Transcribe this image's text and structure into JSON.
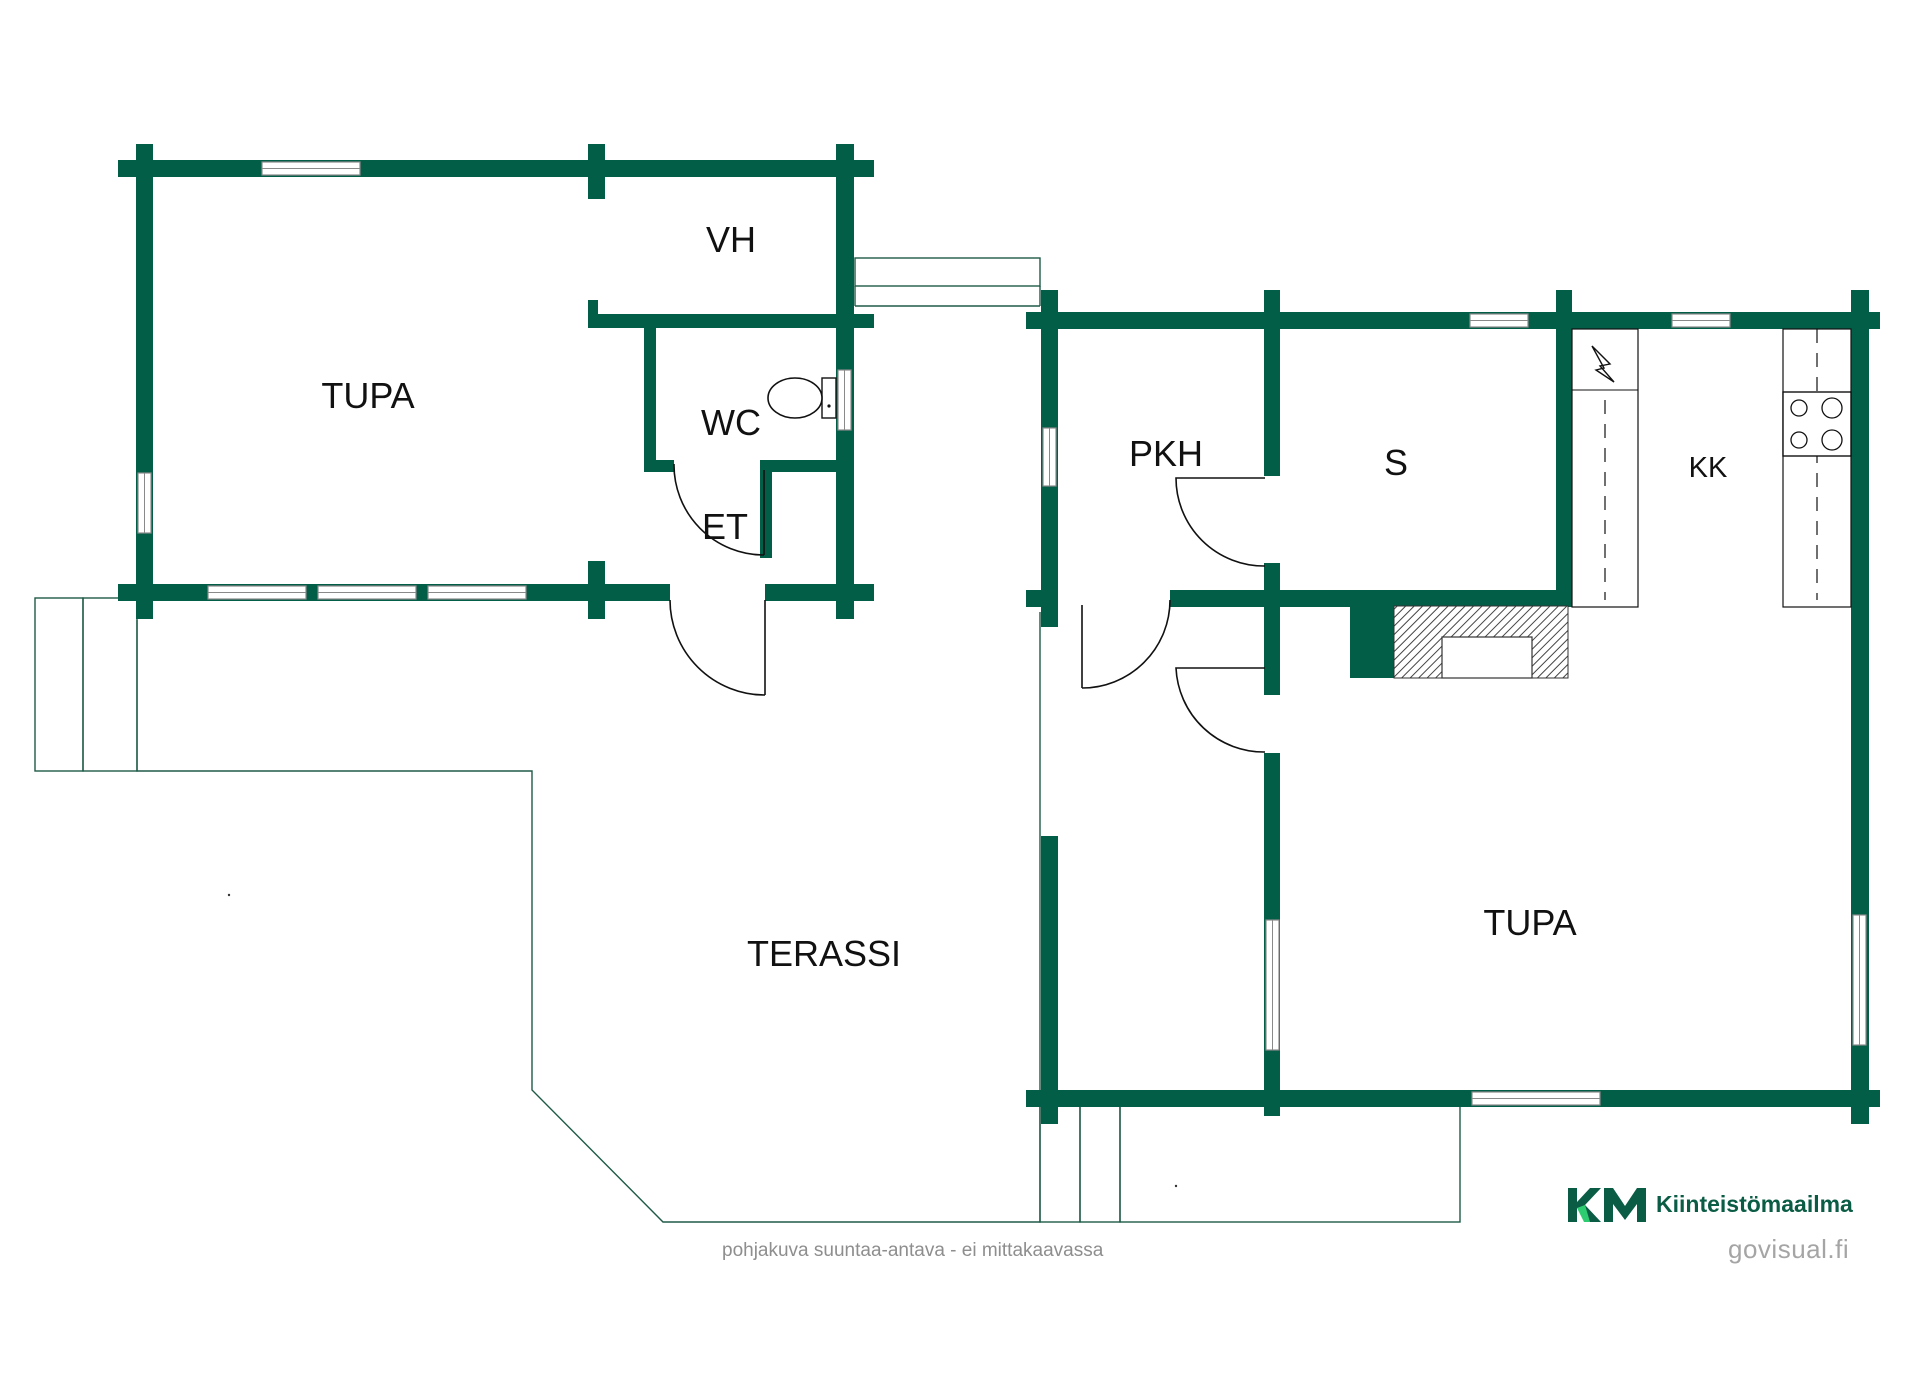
{
  "colors": {
    "wall": "#035e48",
    "brand": "#0b5c45",
    "brand_accent": "#2ecc71"
  },
  "rooms": {
    "tupa_left": "TUPA",
    "vh": "VH",
    "wc": "WC",
    "et": "ET",
    "terassi": "TERASSI",
    "pkh": "PKH",
    "s": "S",
    "kk": "KK",
    "tupa_right": "TUPA"
  },
  "footer": {
    "disclaimer": "pohjakuva suuntaa-antava - ei mittakaavassa",
    "brand_name": "Kiinteistömaailma",
    "brand_url": "govisual.fi"
  },
  "icons": {
    "electric_panel": "lightning-icon",
    "stove": "stove-icon",
    "toilet": "toilet-icon",
    "logo": "km-logo-icon"
  }
}
